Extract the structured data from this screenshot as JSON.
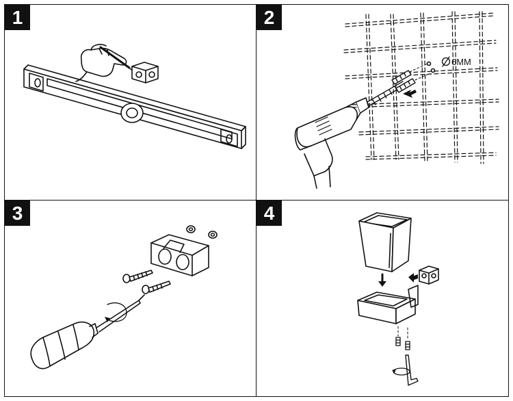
{
  "steps": [
    {
      "number": "1"
    },
    {
      "number": "2",
      "drill_size_label": "6MM"
    },
    {
      "number": "3"
    },
    {
      "number": "4"
    }
  ]
}
